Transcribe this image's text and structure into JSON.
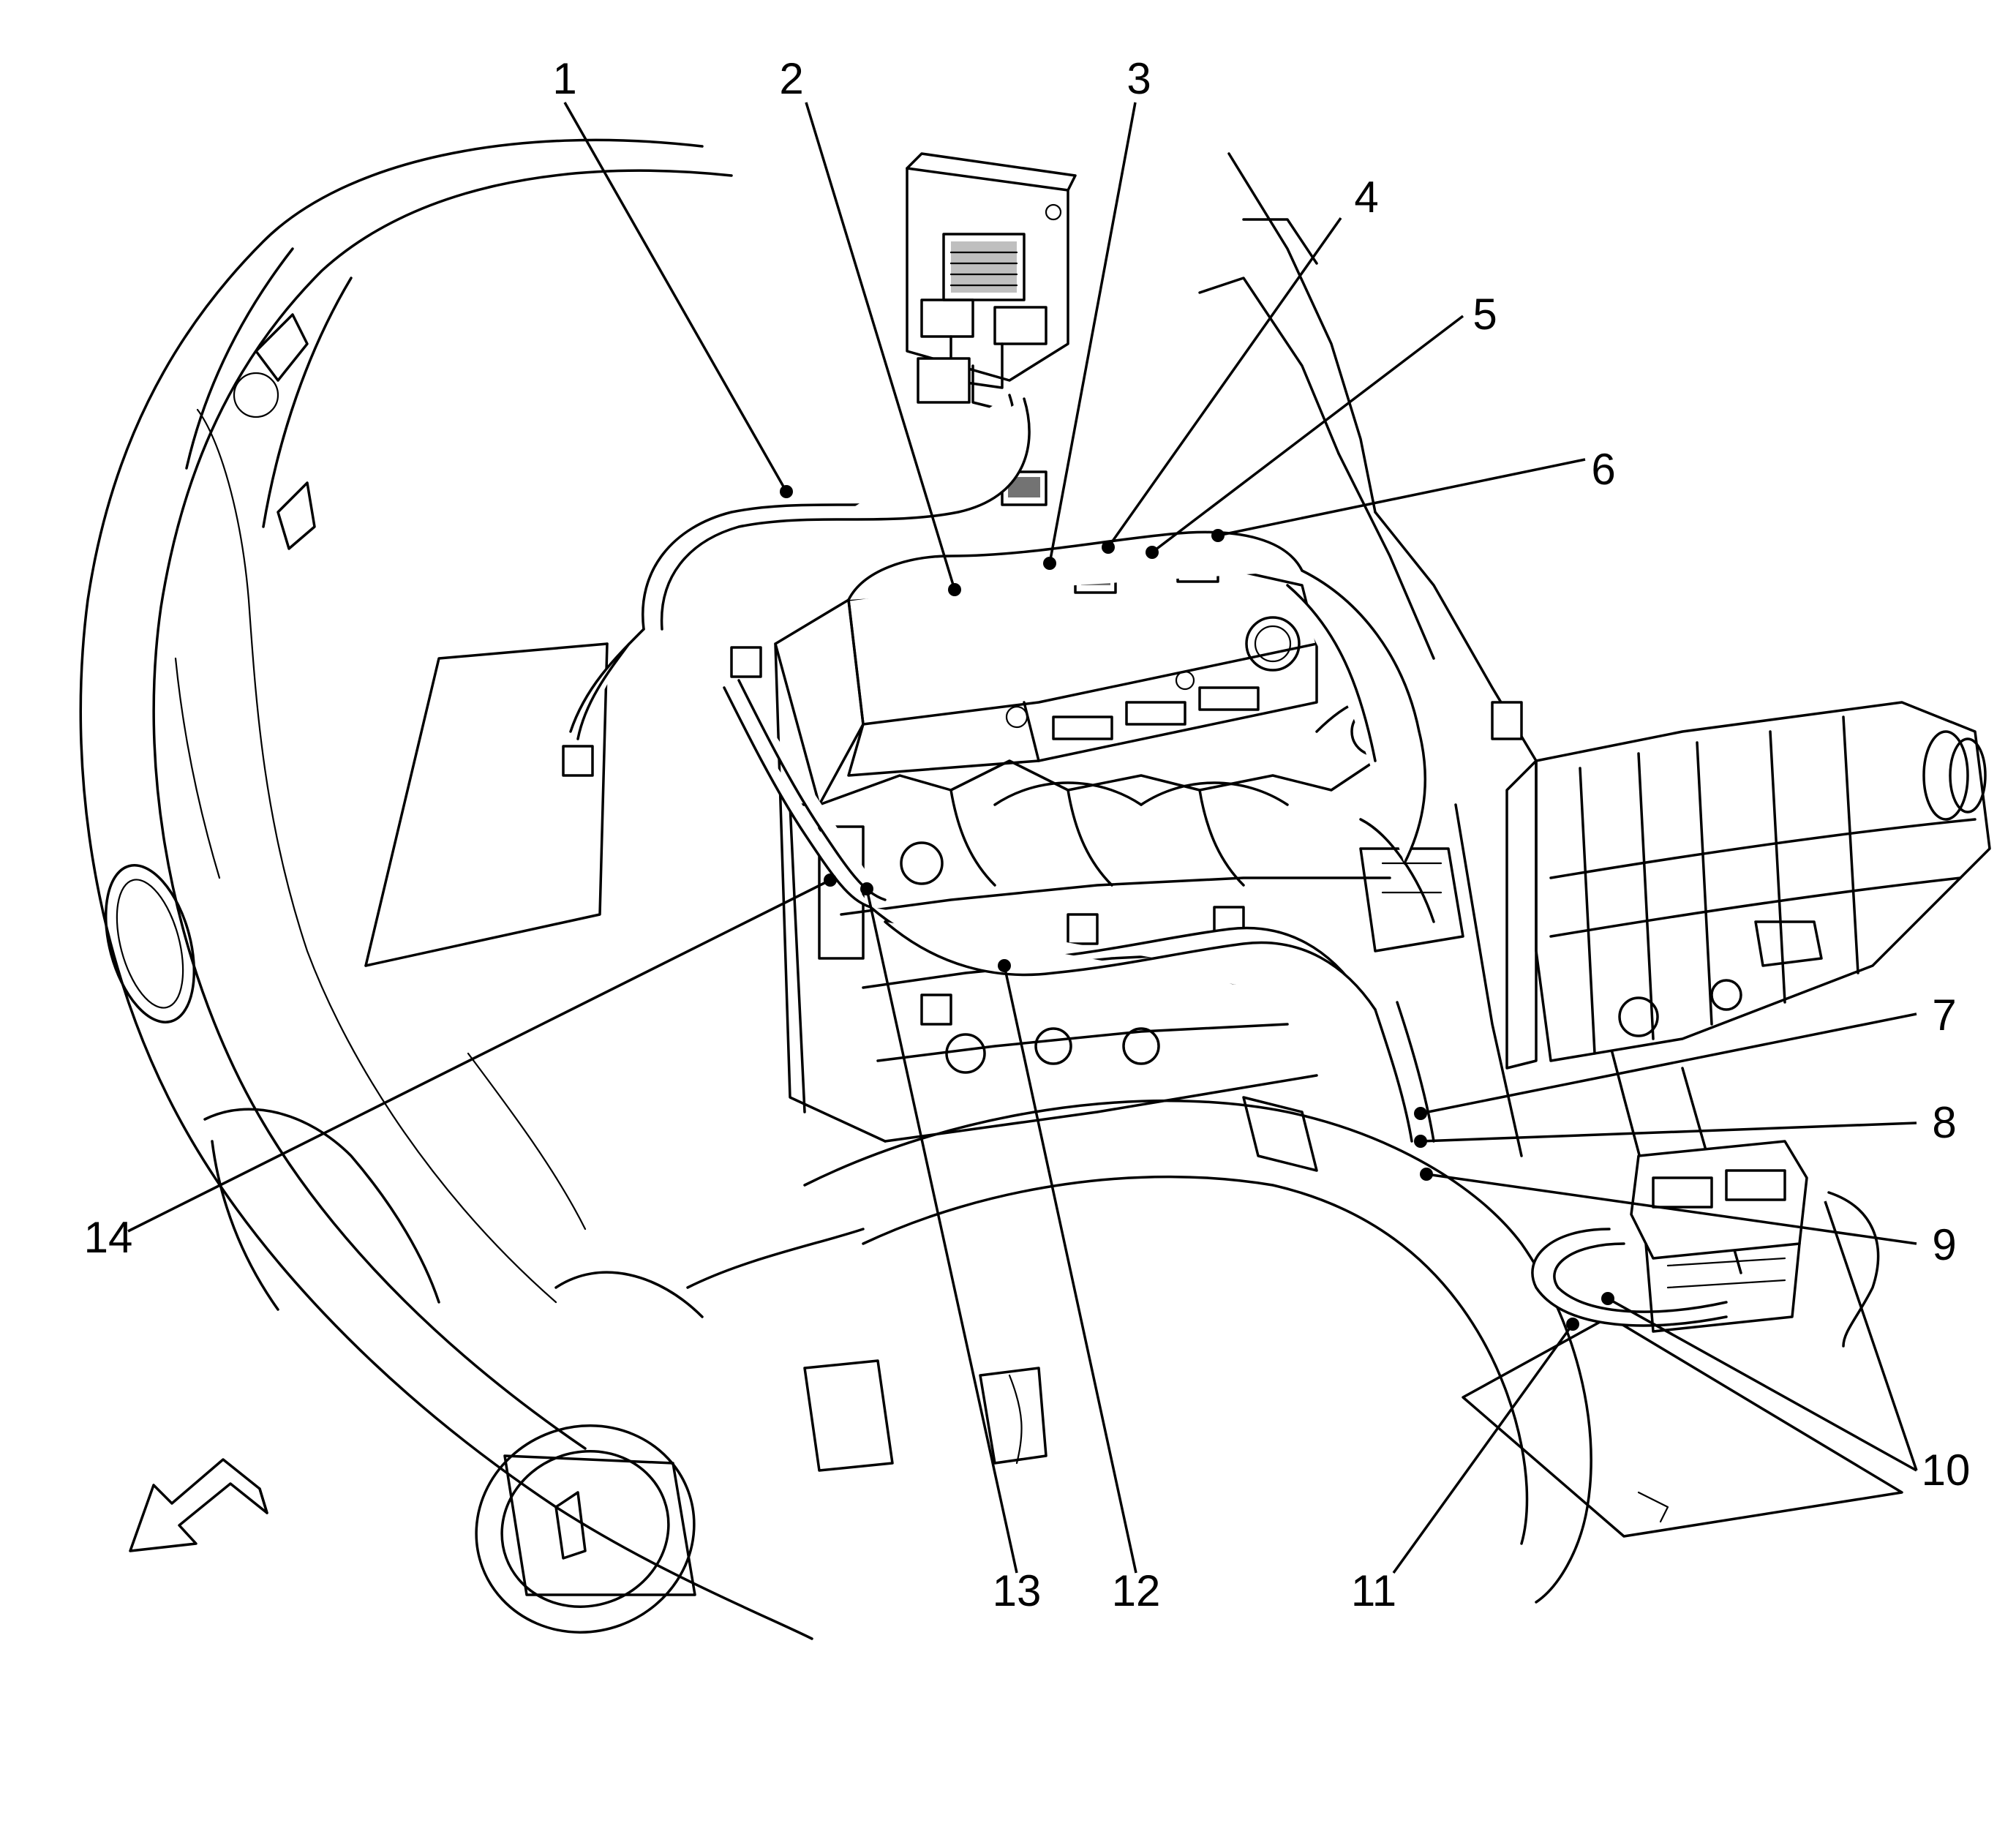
{
  "callouts": [
    {
      "label": "1"
    },
    {
      "label": "2"
    },
    {
      "label": "3"
    },
    {
      "label": "4"
    },
    {
      "label": "5"
    },
    {
      "label": "6"
    },
    {
      "label": "7"
    },
    {
      "label": "8"
    },
    {
      "label": "9"
    },
    {
      "label": "10"
    },
    {
      "label": "11"
    },
    {
      "label": "12"
    },
    {
      "label": "13"
    },
    {
      "label": "14"
    }
  ],
  "icons": {
    "direction_arrow": "front-direction-arrow-icon"
  }
}
